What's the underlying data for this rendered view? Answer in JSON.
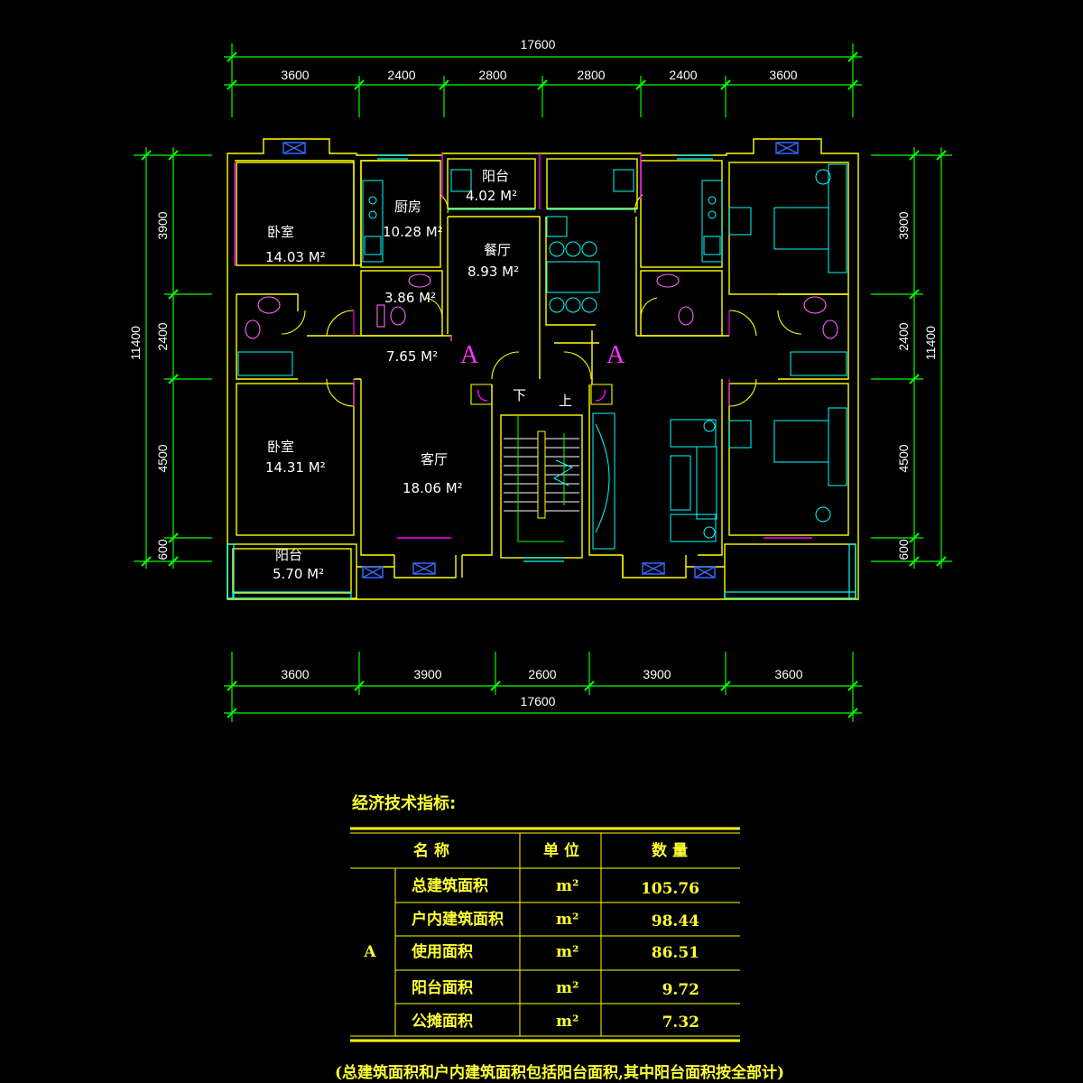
{
  "dimensions": {
    "top_total": "17600",
    "top_segments": [
      "3600",
      "2400",
      "2800",
      "2800",
      "2400",
      "3600"
    ],
    "bottom_segments": [
      "3600",
      "3900",
      "2600",
      "3900",
      "3600"
    ],
    "bottom_total": "17600",
    "left_segments": [
      "3900",
      "2400",
      "4500",
      "600"
    ],
    "left_total": "11400",
    "right_segments": [
      "3900",
      "2400",
      "4500",
      "600"
    ],
    "right_total": "11400"
  },
  "rooms": {
    "bedroom1_name": "卧室",
    "bedroom1_area": "14.03 M²",
    "bedroom2_name": "卧室",
    "bedroom2_area": "14.31 M²",
    "kitchen_name": "厨房",
    "kitchen_area": "10.28 M²",
    "balcony_top_name": "阳台",
    "balcony_top_area": "4.02 M²",
    "dining_name": "餐厅",
    "dining_area": "8.93 M²",
    "bath_area": "3.86 M²",
    "hall_area": "7.65 M²",
    "living_name": "客厅",
    "living_area": "18.06 M²",
    "balcony_bottom_name": "阳台",
    "balcony_bottom_area": "5.70 M²",
    "stair_down": "下",
    "stair_up": "上",
    "axis_left": "A",
    "axis_right": "A"
  },
  "table": {
    "title": "经济技术指标:",
    "headers": [
      "名  称",
      "单  位",
      "数  量"
    ],
    "group_label": "A",
    "rows": [
      {
        "name": "总建筑面积",
        "unit": "m²",
        "value": "105.76"
      },
      {
        "name": "户内建筑面积",
        "unit": "m²",
        "value": "98.44"
      },
      {
        "name": "使用面积",
        "unit": "m²",
        "value": "86.51"
      },
      {
        "name": "阳台面积",
        "unit": "m²",
        "value": "9.72"
      },
      {
        "name": "公摊面积",
        "unit": "m²",
        "value": "7.32"
      }
    ],
    "note": "(总建筑面积和户内建筑面积包括阳台面积,其中阳台面积按全部计)"
  },
  "colors": {
    "background": "#000000",
    "wall": "#ffff00",
    "dimension_line": "#00ff00",
    "fixture": "#00ffff",
    "door_marker": "#ff00ff",
    "text": "#ffffff",
    "table_text": "#ffff33"
  }
}
